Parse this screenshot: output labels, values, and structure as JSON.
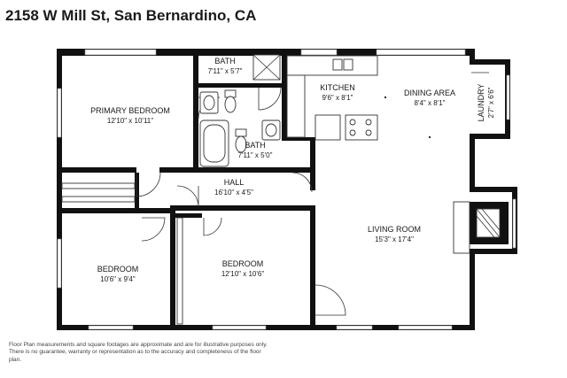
{
  "header": {
    "title": "2158 W Mill St, San Bernardino, CA"
  },
  "rooms": {
    "primary_bedroom": {
      "name": "PRIMARY BEDROOM",
      "dims": "12'10\" x 10'11\""
    },
    "bath_upper": {
      "name": "BATH",
      "dims": "7'11\" x 5'7\""
    },
    "bath_lower": {
      "name": "BATH",
      "dims": "7'11\" x 5'0\""
    },
    "kitchen": {
      "name": "KITCHEN",
      "dims": "9'6\" x 8'1\""
    },
    "dining_area": {
      "name": "DINING AREA",
      "dims": "8'4\" x 8'1\""
    },
    "laundry": {
      "name": "LAUNDRY",
      "dims": "2'7\" x 6'6\""
    },
    "hall": {
      "name": "HALL",
      "dims": "16'10\" x 4'5\""
    },
    "living_room": {
      "name": "LIVING ROOM",
      "dims": "15'3\" x 17'4\""
    },
    "bedroom_left": {
      "name": "BEDROOM",
      "dims": "10'6\" x 9'4\""
    },
    "bedroom_center": {
      "name": "BEDROOM",
      "dims": "12'10\" x 10'6\""
    }
  },
  "footer": {
    "disclaimer": "Floor Plan measurements and square footages are approximate and are for illustrative purposes only. There is no guarantee, warranty or representation as to the accuracy and completeness of the floor plan."
  }
}
